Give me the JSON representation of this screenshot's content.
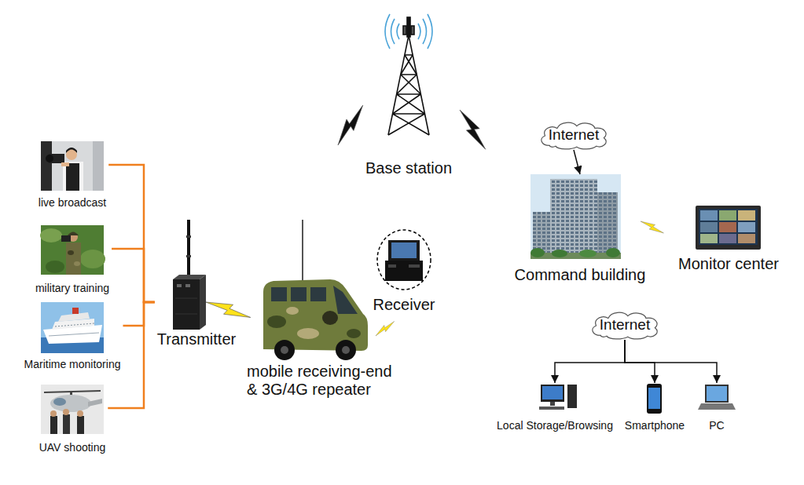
{
  "diagram": {
    "nodes": [
      {
        "text": [
          "live broadcast"
        ]
      },
      {
        "text": [
          "military training"
        ]
      },
      {
        "text": [
          "Maritime monitoring"
        ]
      },
      {
        "text": [
          "UAV shooting"
        ]
      },
      {
        "text": [
          "Transmitter"
        ]
      },
      {
        "text": [
          "mobile receiving-end & 3G/4G repeater"
        ]
      },
      {
        "text": [
          "Receiver"
        ]
      },
      {
        "text": [
          "Base station"
        ]
      },
      {
        "text": [
          "Internet"
        ]
      },
      {
        "text": [
          "Command building"
        ]
      },
      {
        "text": [
          "Monitor center"
        ]
      },
      {
        "text": [
          "Internet"
        ]
      },
      {
        "text": [
          "Local Storage/Browsing"
        ]
      },
      {
        "text": [
          "Smartphone"
        ]
      },
      {
        "text": [
          "PC"
        ]
      }
    ],
    "edges": [
      {
        "from": 0,
        "to": 4,
        "arrow": "none"
      },
      {
        "from": 1,
        "to": 4,
        "arrow": "none"
      },
      {
        "from": 2,
        "to": 4,
        "arrow": "none"
      },
      {
        "from": 3,
        "to": 4,
        "arrow": "none"
      },
      {
        "from": 8,
        "to": 9,
        "arrow": "to"
      },
      {
        "from": 11,
        "to": 12,
        "arrow": "to"
      },
      {
        "from": 11,
        "to": 13,
        "arrow": "to"
      },
      {
        "from": 11,
        "to": 14,
        "arrow": "to"
      }
    ]
  }
}
